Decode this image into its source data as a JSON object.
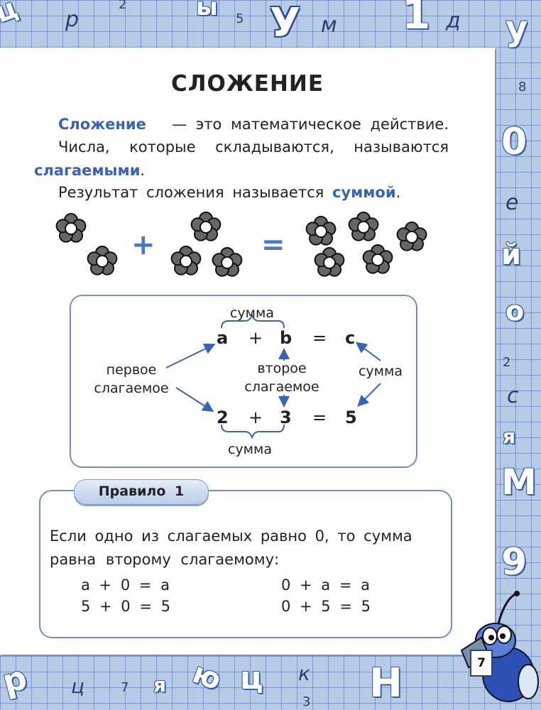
{
  "title": "СЛОЖЕНИЕ",
  "intro": {
    "term": "Сложение",
    "definition_rest": "— это математическое действие.",
    "line2_words": [
      "Числа,",
      "которые",
      "складываются,",
      "называются"
    ],
    "addends_term": "слагаемыми",
    "period": ".",
    "result_prefix": "Результат сложения называется",
    "sum_term": "суммой"
  },
  "flower_equation": {
    "left_count": 2,
    "middle_count": 3,
    "right_count": 5,
    "plus": "+",
    "equals": "="
  },
  "scheme": {
    "top_sum_label": "сумма",
    "top_equation": [
      "a",
      "+",
      "b",
      "=",
      "c"
    ],
    "first_addend_label": [
      "первое",
      "слагаемое"
    ],
    "second_addend_label": [
      "второе",
      "слагаемое"
    ],
    "right_sum_label": "сумма",
    "bottom_equation": [
      "2",
      "+",
      "3",
      "=",
      "5"
    ],
    "bottom_sum_label": "сумма"
  },
  "rule": {
    "tab_label": "Правило 1",
    "line1": "Если одно из слагаемых равно 0, то сумма",
    "line2": "равна второму слагаемому:",
    "formulas_left": [
      "а + 0 = а",
      "5 + 0 = 5"
    ],
    "formulas_right": [
      "0 + а = а",
      "0 + 5 = 5"
    ]
  },
  "page_number": "7",
  "background_letters": [
    "ц",
    "р",
    "2",
    "ы",
    "5",
    "У",
    "м",
    "1",
    "д",
    "у",
    "8",
    "0",
    "е",
    "й",
    "о",
    "2",
    "с",
    "я",
    "М",
    "9",
    "р",
    "ц",
    "7",
    "я",
    "ю",
    "ц",
    "к",
    "Н",
    "3"
  ],
  "colors": {
    "accent": "#3a63b8",
    "frame": "#b8cbe6",
    "border": "#6f8fd0"
  }
}
